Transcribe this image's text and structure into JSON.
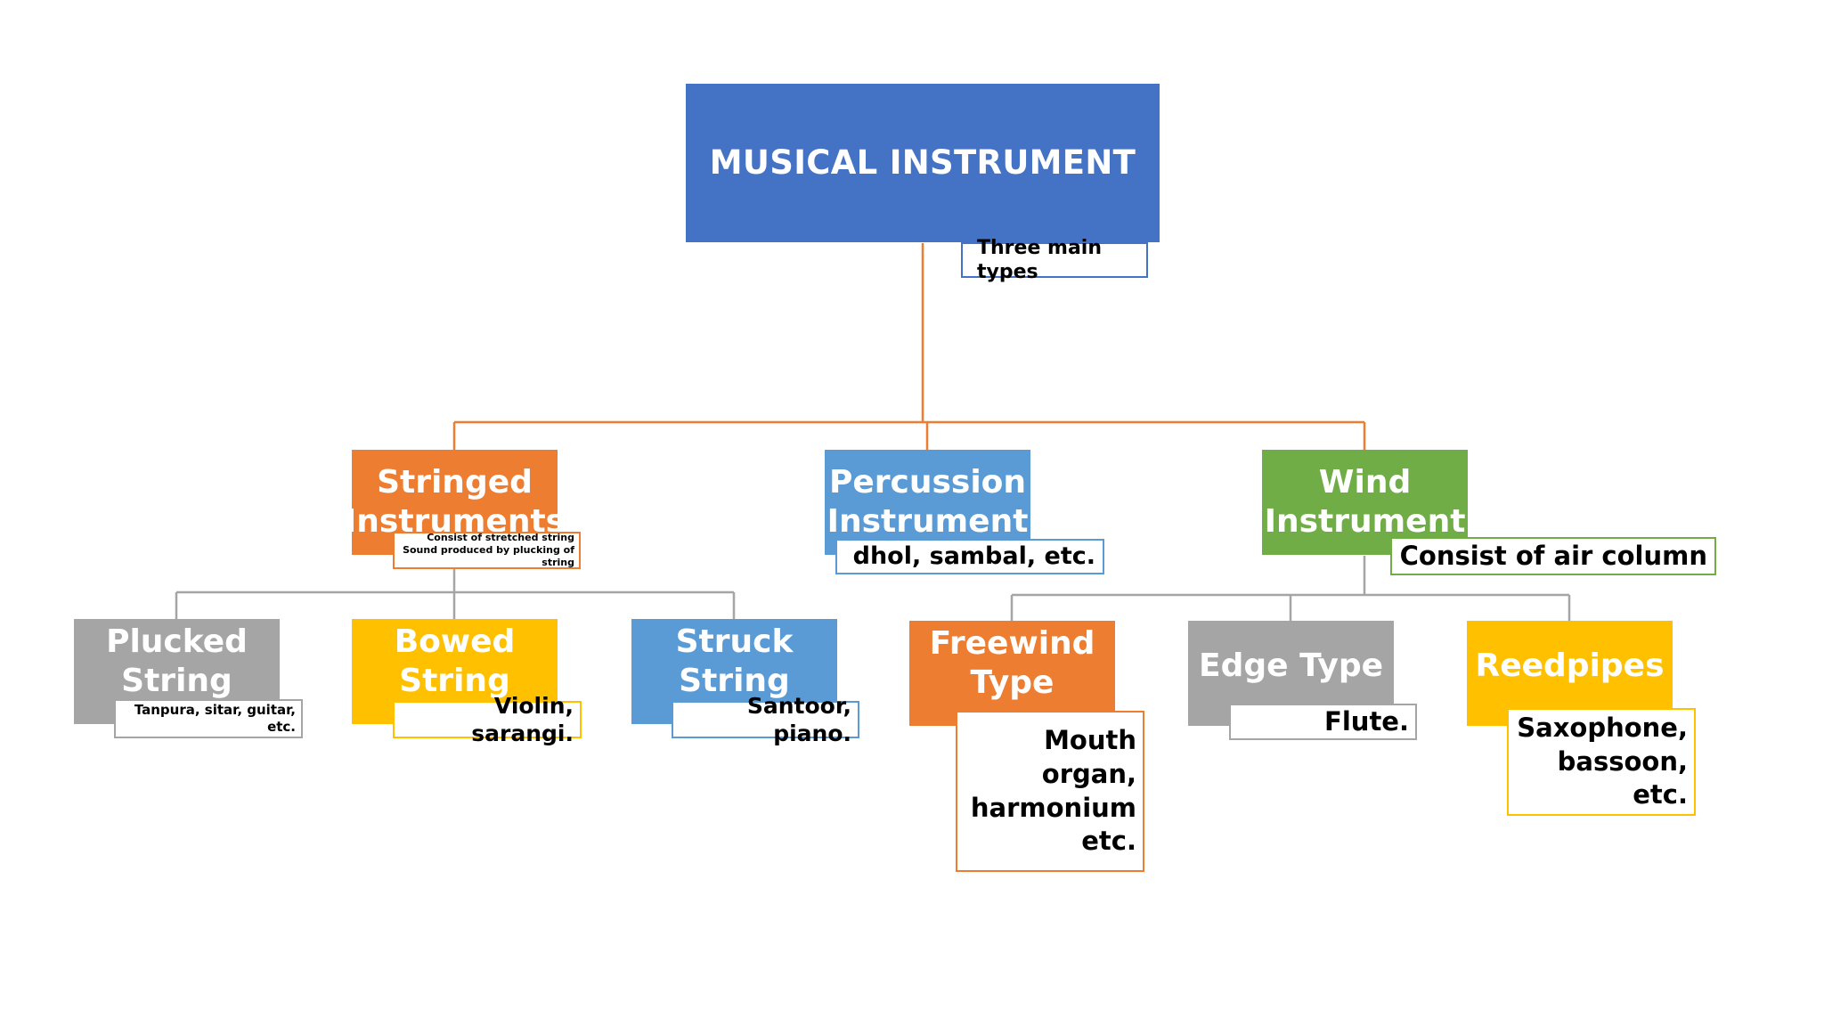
{
  "colors": {
    "blue_dark": "#4472C4",
    "blue": "#5B9BD5",
    "orange": "#ED7D31",
    "gray": "#A5A5A5",
    "gold": "#FFC000",
    "green": "#70AD47",
    "connector_orange": "#ED7D31",
    "connector_gray": "#A5A5A5"
  },
  "root": {
    "label": "MUSICAL INSTRUMENT",
    "note": "Three main types"
  },
  "categories": [
    {
      "id": "stringed",
      "label": "Stringed\nInstruments",
      "notes": [
        "Consist of stretched string",
        "Sound produced by plucking of string"
      ]
    },
    {
      "id": "percussion",
      "label": "Percussion\nInstrument",
      "notes": [
        "dhol, sambal, etc."
      ]
    },
    {
      "id": "wind",
      "label": "Wind\nInstrument",
      "notes": [
        "Consist of air column"
      ]
    }
  ],
  "stringed_types": [
    {
      "id": "plucked",
      "label": "Plucked\nString Type",
      "note": "Tanpura, sitar, guitar,\netc."
    },
    {
      "id": "bowed",
      "label": "Bowed\nString Type",
      "note": "Violin, sarangi."
    },
    {
      "id": "struck",
      "label": "Struck String\nType",
      "note": "Santoor, piano."
    }
  ],
  "wind_types": [
    {
      "id": "freewind",
      "label": "Freewind\nType",
      "note": "Mouth\norgan,\nharmonium\netc."
    },
    {
      "id": "edge",
      "label": "Edge Type",
      "note": "Flute."
    },
    {
      "id": "reedpipes",
      "label": "Reedpipes",
      "note": "Saxophone,\nbassoon, etc."
    }
  ]
}
